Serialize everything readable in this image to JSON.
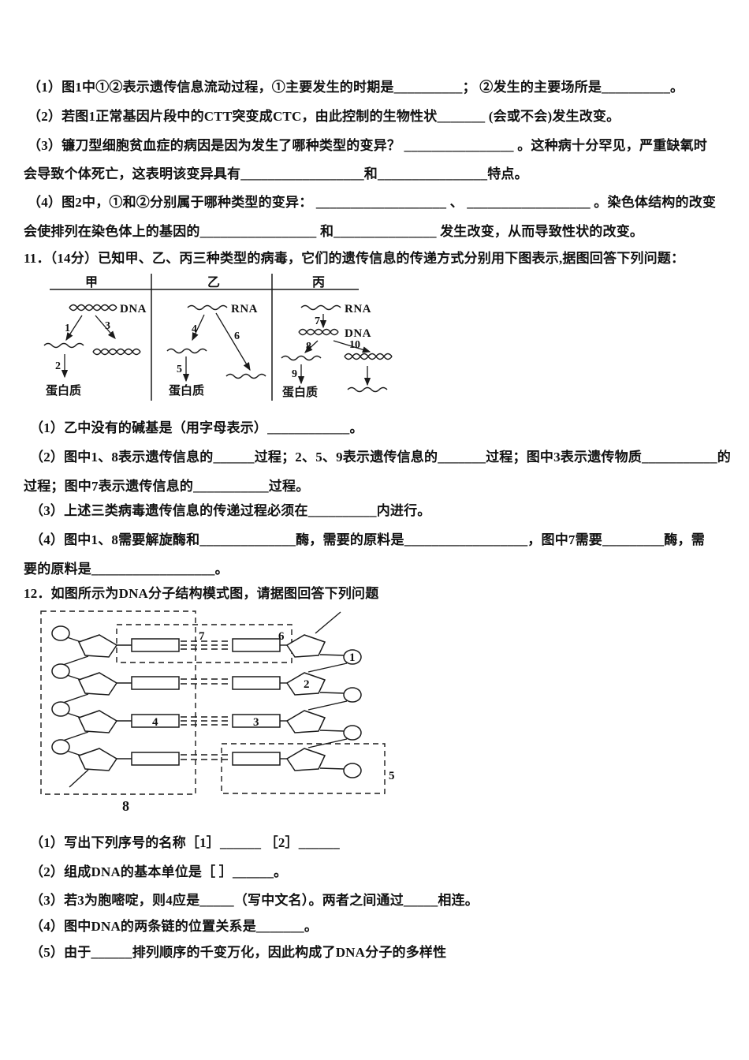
{
  "doc": {
    "q10_lines": [
      "（1）图1中①②表示遗传信息流动过程，①主要发生的时期是__________；  ②发生的主要场所是__________。",
      "（2）若图1正常基因片段中的CTT突变成CTC，由此控制的生物性状_______ (会或不会)发生改变。",
      "（3）镰刀型细胞贫血症的病因是因为发生了哪种类型的变异？ ________________ 。这种病十分罕见，严重缺氧时",
      "会导致个体死亡，这表明该变异具有__________________和________________特点。",
      "（4）图2中，①和②分别属于哪种类型的变异： ___________________ 、 __________________ 。染色体结构的改变",
      "会使排列在染色体上的基因的_________________ 和_______________ 发生改变，从而导致性状的改变。"
    ],
    "q11": {
      "stem": "11．（14分）已知甲、乙、丙三种类型的病毒，它们的遗传信息的传递方式分别用下图表示,据图回答下列问题：",
      "sub_lines": [
        "（1）乙中没有的碱基是（用字母表示）____________。",
        "（2）图中1、8表示遗传信息的______过程；2、5、9表示遗传信息的_______过程；图中3表示遗传物质___________的",
        "过程；图中7表示遗传信息的___________过程。",
        "（3）上述三类病毒遗传信息的传递过程必须在__________内进行。",
        "（4）图中1、8需要解旋酶和______________酶，需要的原料是__________________，图中7需要_________酶，需",
        "要的原料是__________________。"
      ]
    },
    "q12": {
      "stem": "12．如图所示为DNA分子结构模式图，请据图回答下列问题",
      "sub_lines": [
        "（1）写出下列序号的名称［1］______ ［2］______",
        "（2）组成DNA的基本单位是［ ］______。",
        "（3）若3为胞嘧啶，则4应是_____（写中文名）。两者之间通过_____相连。",
        "（4）图中DNA的两条链的位置关系是_______。",
        "（5）由于______排列顺序的千变万化，因此构成了DNA分子的多样性"
      ]
    }
  },
  "virus_figure": {
    "panel_jia": "甲",
    "panel_yi": "乙",
    "panel_bing": "丙",
    "dna": "DNA",
    "rna": "RNA",
    "protein": "蛋白质",
    "n1": "1",
    "n2": "2",
    "n3": "3",
    "n4": "4",
    "n5": "5",
    "n6": "6",
    "n7": "7",
    "n8": "8",
    "n9": "9",
    "n10": "10"
  },
  "dna_figure": {
    "n1": "1",
    "n2": "2",
    "n3": "3",
    "n4": "4",
    "n5": "5",
    "n6": "6",
    "n7": "7",
    "n8": "8"
  }
}
